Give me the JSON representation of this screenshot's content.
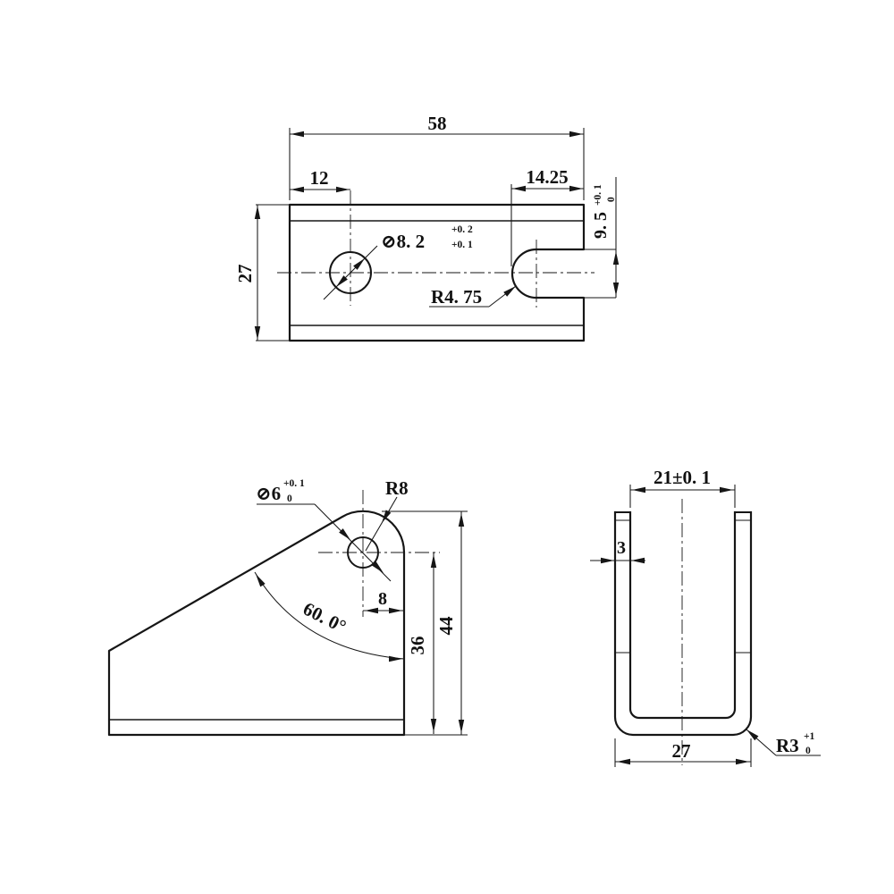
{
  "drawing": {
    "title": "bracket-three-view-dimension-drawing",
    "background_color": "#ffffff",
    "line_color": "#161616",
    "views": {
      "top": {
        "overall_width": "58",
        "hole_center_offset": "12",
        "slot_length": "14.25",
        "slot_width": "9. 5",
        "slot_width_tol_upper": "+0. 1",
        "slot_width_tol_lower": "0",
        "plate_depth": "27",
        "hole_diameter": "⊘8. 2",
        "hole_diameter_tol_upper": "+0. 2",
        "hole_diameter_tol_lower": "+0. 1",
        "slot_end_radius": "R4. 75"
      },
      "side": {
        "hole_diameter": "⊘6",
        "hole_diameter_tol_upper": "+0. 1",
        "hole_diameter_tol_lower": "0",
        "corner_radius": "R8",
        "slope_angle": "60. 0°",
        "hole_to_edge": "8",
        "hole_center_height": "36",
        "overall_height": "44"
      },
      "front": {
        "inner_width": "21±0. 1",
        "wall_thickness": "3",
        "outer_width": "27",
        "bend_radius": "R3",
        "bend_radius_tol_upper": "+1",
        "bend_radius_tol_lower": "0"
      }
    }
  }
}
